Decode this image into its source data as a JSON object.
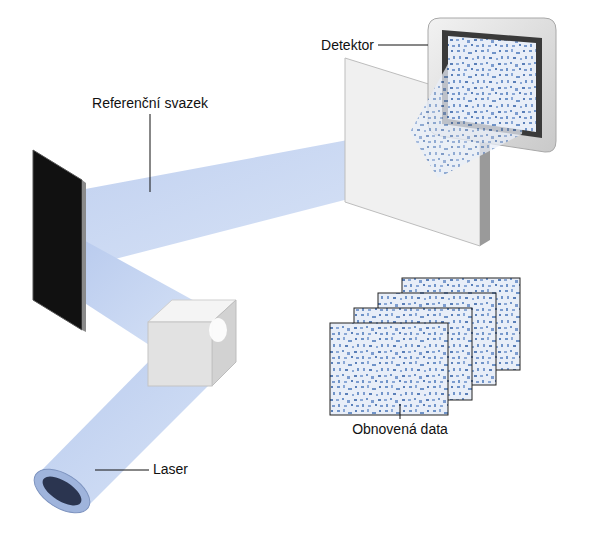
{
  "diagram": {
    "labels": [
      "Detektor",
      "Referenční svazek",
      "Obnovená data",
      "Laser"
    ]
  }
}
